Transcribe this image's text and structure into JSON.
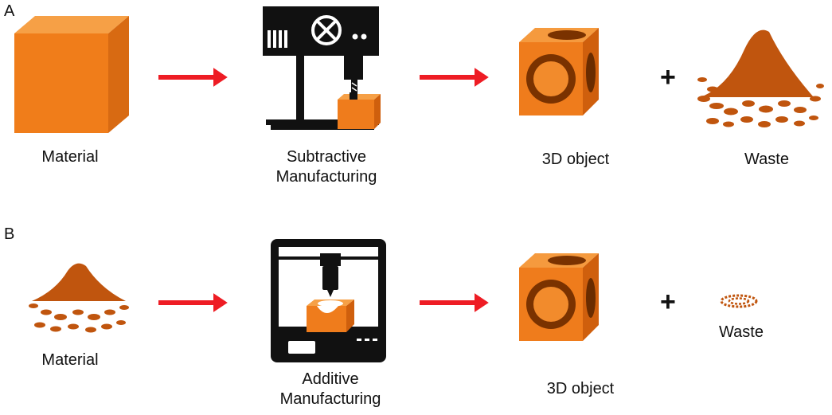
{
  "panels": [
    {
      "letter": "A",
      "material_label": "Material",
      "process_label": "Subtractive\nManufacturing",
      "object_label": "3D object",
      "plus": "+",
      "waste_label": "Waste"
    },
    {
      "letter": "B",
      "material_label": "Material",
      "process_label": "Additive\nManufacturing",
      "object_label": "3D object",
      "plus": "+",
      "waste_label": "Waste"
    }
  ],
  "colors": {
    "arrow": "#ee1c24",
    "material": "#f07d1a",
    "material_dark": "#c85a0a",
    "powder": "#c0550e",
    "machine": "#111111"
  }
}
